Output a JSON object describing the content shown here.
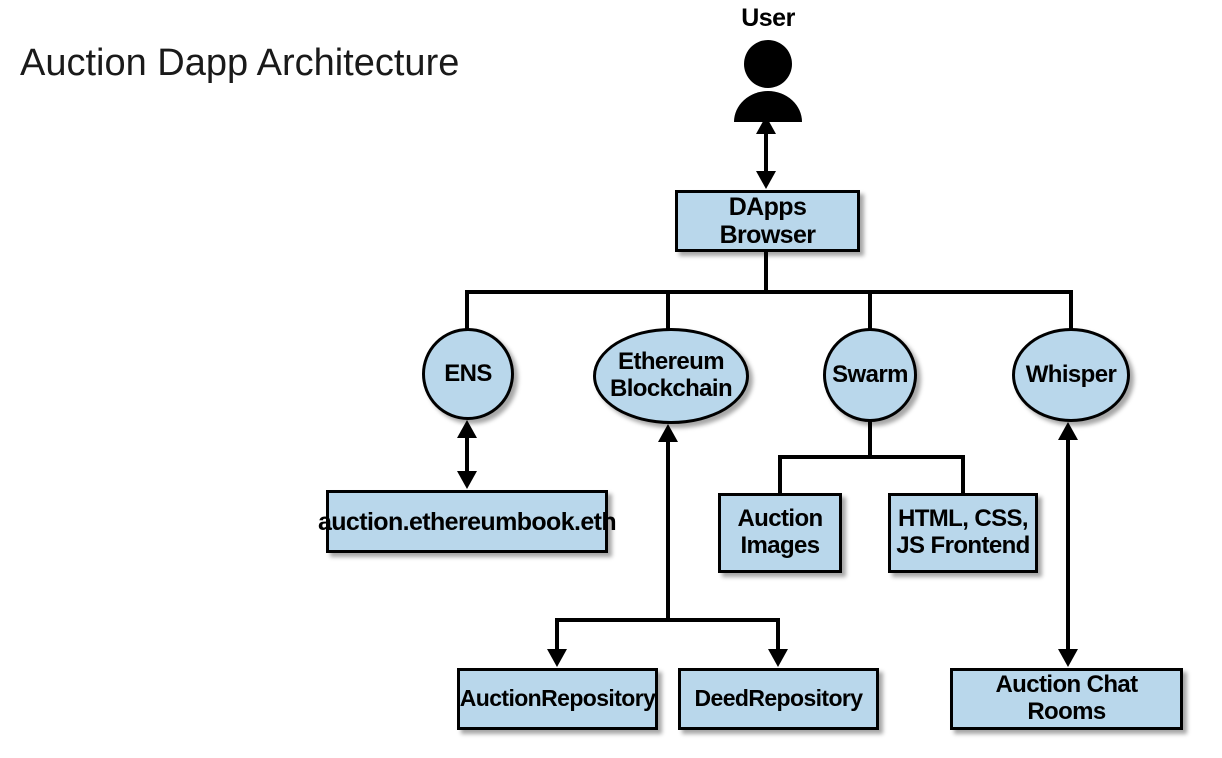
{
  "title": "Auction Dapp Architecture",
  "colors": {
    "node_fill": "#B9D7EB",
    "node_border": "#000000",
    "connector": "#000000",
    "background": "#FFFFFF",
    "text": "#000000"
  },
  "actor": {
    "label": "User"
  },
  "nodes": {
    "dapps_browser": {
      "label": "DApps Browser",
      "shape": "rectangle"
    },
    "ens": {
      "label": "ENS",
      "shape": "ellipse"
    },
    "ethereum_blockchain": {
      "label": "Ethereum Blockchain",
      "shape": "ellipse"
    },
    "swarm": {
      "label": "Swarm",
      "shape": "ellipse"
    },
    "whisper": {
      "label": "Whisper",
      "shape": "ellipse"
    },
    "ens_domain": {
      "label": "auction.ethereumbook.eth",
      "shape": "rectangle"
    },
    "auction_images": {
      "label": "Auction Images",
      "shape": "rectangle"
    },
    "frontend": {
      "label": "HTML, CSS, JS Frontend",
      "shape": "rectangle"
    },
    "auction_repository": {
      "label": "AuctionRepository",
      "shape": "rectangle"
    },
    "deed_repository": {
      "label": "DeedRepository",
      "shape": "rectangle"
    },
    "auction_chat_rooms": {
      "label": "Auction Chat Rooms",
      "shape": "rectangle"
    }
  },
  "edges": [
    {
      "from": "user",
      "to": "dapps_browser",
      "arrows": "both"
    },
    {
      "from": "dapps_browser",
      "to": "ens",
      "arrows": "none"
    },
    {
      "from": "dapps_browser",
      "to": "ethereum_blockchain",
      "arrows": "none"
    },
    {
      "from": "dapps_browser",
      "to": "swarm",
      "arrows": "none"
    },
    {
      "from": "dapps_browser",
      "to": "whisper",
      "arrows": "none"
    },
    {
      "from": "ens",
      "to": "ens_domain",
      "arrows": "both"
    },
    {
      "from": "ethereum_blockchain",
      "to": "auction_repository",
      "arrows": "both-ends-of-fork"
    },
    {
      "from": "ethereum_blockchain",
      "to": "deed_repository",
      "arrows": "both-ends-of-fork"
    },
    {
      "from": "swarm",
      "to": "auction_images",
      "arrows": "none"
    },
    {
      "from": "swarm",
      "to": "frontend",
      "arrows": "none"
    },
    {
      "from": "whisper",
      "to": "auction_chat_rooms",
      "arrows": "both"
    }
  ]
}
